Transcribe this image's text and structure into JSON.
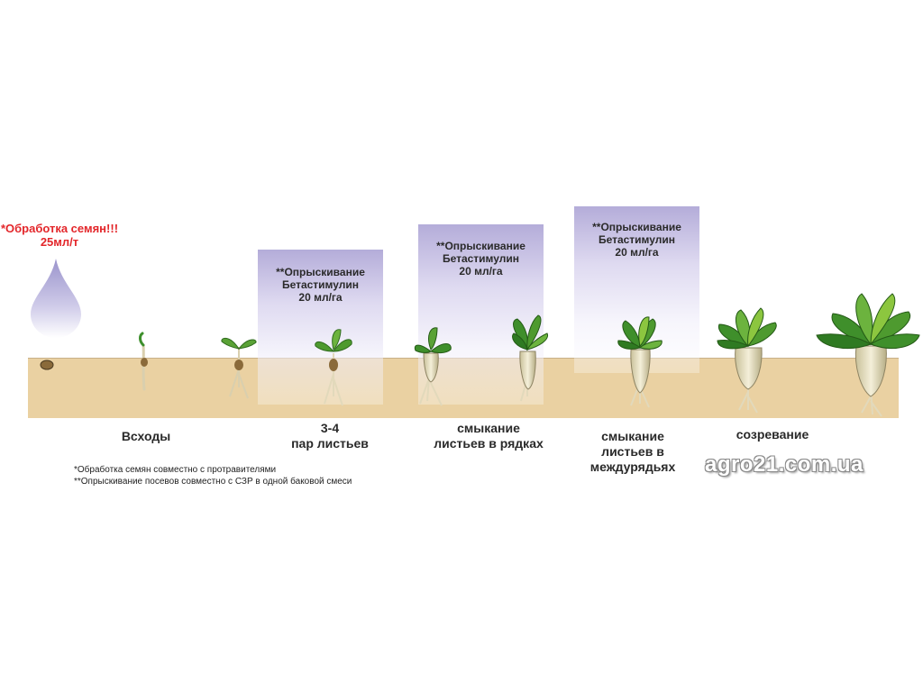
{
  "seed_treatment": {
    "title": "*Обработка семян!!!",
    "rate": "25мл/т",
    "color": "#e3262a"
  },
  "spray_boxes": [
    {
      "line1": "**Опрыскивание",
      "line2": "Бетастимулин",
      "line3": "20 мл/га"
    },
    {
      "line1": "**Опрыскивание",
      "line2": "Бетастимулин",
      "line3": "20 мл/га"
    },
    {
      "line1": "**Опрыскивание",
      "line2": "Бетастимулин",
      "line3": "20 мл/га"
    }
  ],
  "stages": [
    {
      "line1": "Всходы"
    },
    {
      "line1": "3-4",
      "line2": "пар листьев"
    },
    {
      "line1": "смыкание",
      "line2": "листьев в рядках"
    },
    {
      "line1": "смыкание",
      "line2": "листьев в",
      "line3": "междурядьях"
    },
    {
      "line1": "созревание"
    }
  ],
  "footnotes": {
    "note1": "*Обработка семян совместно с протравителями",
    "note2": "**Опрыскивание посевов совместно с СЗР в одной баковой смеси"
  },
  "watermark": "agro21.com.ua",
  "colors": {
    "soil": "#ead1a2",
    "box_top": "#b0a8d7",
    "leaf": "#3d8f2c",
    "leaf_light": "#8cc63f",
    "root": "#efe9cf"
  }
}
